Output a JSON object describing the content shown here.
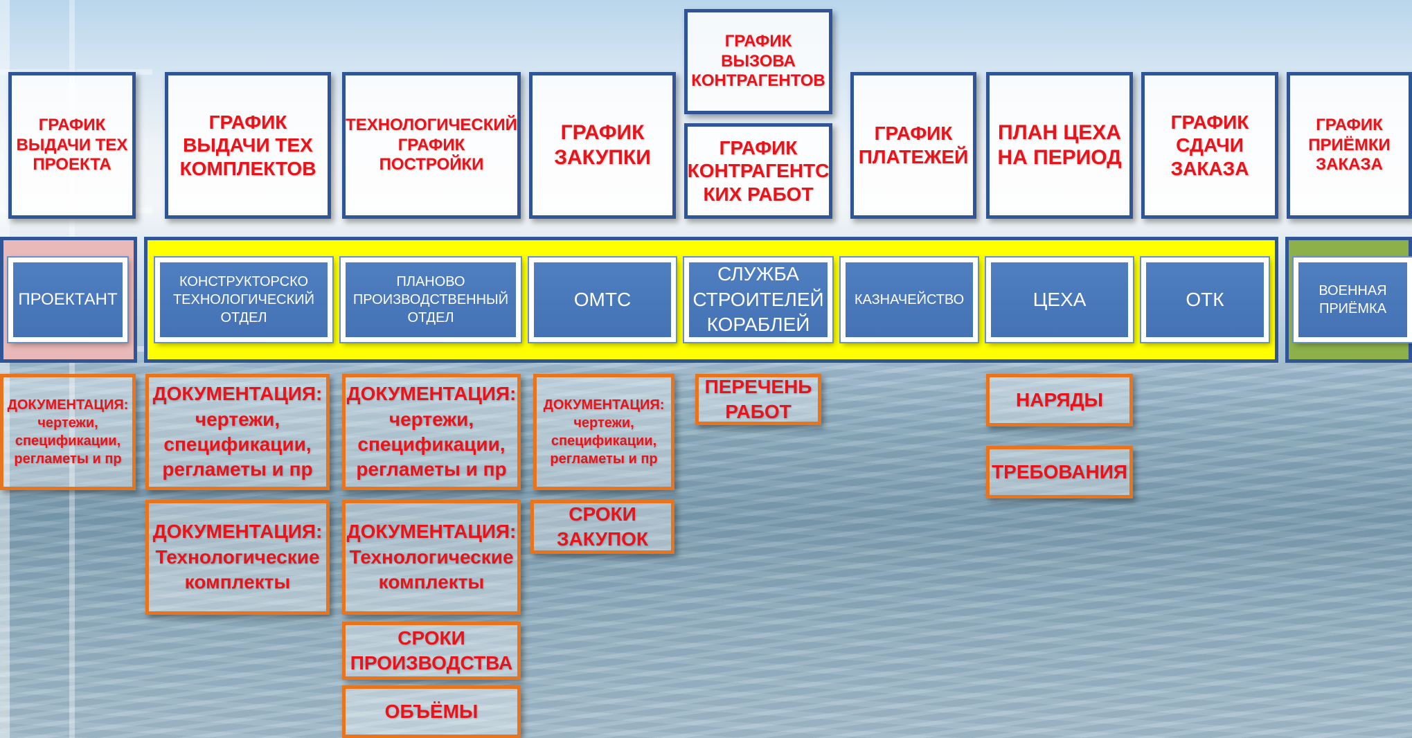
{
  "schedules": [
    {
      "id": "s1",
      "label": "ГРАФИК ВЫДАЧИ ТЕХ ПРОЕКТА"
    },
    {
      "id": "s2",
      "label": "ГРАФИК ВЫДАЧИ ТЕХ КОМПЛЕКТОВ"
    },
    {
      "id": "s3",
      "label": "ТЕХНОЛОГИЧЕСКИЙ ГРАФИК ПОСТРОЙКИ"
    },
    {
      "id": "s4",
      "label": "ГРАФИК ЗАКУПКИ"
    },
    {
      "id": "s5",
      "label": "ГРАФИК ВЫЗОВА КОНТРАГЕНТОВ"
    },
    {
      "id": "s6",
      "label": "ГРАФИК КОНТРАГЕНТС КИХ РАБОТ"
    },
    {
      "id": "s7",
      "label": "ГРАФИК ПЛАТЕЖЕЙ"
    },
    {
      "id": "s8",
      "label": "ПЛАН ЦЕХА НА ПЕРИОД"
    },
    {
      "id": "s9",
      "label": "ГРАФИК СДАЧИ ЗАКАЗА"
    },
    {
      "id": "s10",
      "label": "ГРАФИК ПРИЁМКИ ЗАКАЗА"
    }
  ],
  "departments": [
    {
      "id": "d1",
      "label": "ПРОЕКТАНТ"
    },
    {
      "id": "d2",
      "label": "КОНСТРУКТОРСКО ТЕХНОЛОГИЧЕСКИЙ ОТДЕЛ"
    },
    {
      "id": "d3",
      "label": "ПЛАНОВО ПРОИЗВОДСТВЕННЫЙ ОТДЕЛ"
    },
    {
      "id": "d4",
      "label": "ОМТС"
    },
    {
      "id": "d5",
      "label": "СЛУЖБА СТРОИТЕЛЕЙ КОРАБЛЕЙ"
    },
    {
      "id": "d6",
      "label": "КАЗНАЧЕЙСТВО"
    },
    {
      "id": "d7",
      "label": "ЦЕХА"
    },
    {
      "id": "d8",
      "label": "ОТК"
    },
    {
      "id": "d9",
      "label": "ВОЕННАЯ ПРИЁМКА"
    }
  ],
  "documents": [
    {
      "id": "o1",
      "label": "ДОКУМЕНТАЦИЯ: чертежи, спецификации, регламеты и пр"
    },
    {
      "id": "o2",
      "label": "ДОКУМЕНТАЦИЯ: чертежи, спецификации, регламеты и пр"
    },
    {
      "id": "o3",
      "label": "ДОКУМЕНТАЦИЯ: чертежи, спецификации, регламеты и пр"
    },
    {
      "id": "o4",
      "label": "ДОКУМЕНТАЦИЯ: чертежи, спецификации, регламеты и пр"
    },
    {
      "id": "o5",
      "label": "ПЕРЕЧЕНЬ РАБОТ"
    },
    {
      "id": "o6",
      "label": "НАРЯДЫ"
    },
    {
      "id": "o7",
      "label": "ТРЕБОВАНИЯ"
    },
    {
      "id": "o8",
      "label": "ДОКУМЕНТАЦИЯ: Технологические комплекты"
    },
    {
      "id": "o9",
      "label": "ДОКУМЕНТАЦИЯ: Технологические комплекты"
    },
    {
      "id": "o10",
      "label": "СРОКИ ЗАКУПОК"
    },
    {
      "id": "o11",
      "label": "СРОКИ ПРОИЗВОДСТВА"
    },
    {
      "id": "o12",
      "label": "ОБЪЁМЫ"
    }
  ],
  "colors": {
    "schedule_text": "#e8141b",
    "schedule_border": "#2f5596",
    "department_fill": "#4472b5",
    "document_border": "#e8741e",
    "band_designer": "#e8b4b4",
    "band_shipyard": "#ffff00",
    "band_acceptance": "#8db04a"
  }
}
